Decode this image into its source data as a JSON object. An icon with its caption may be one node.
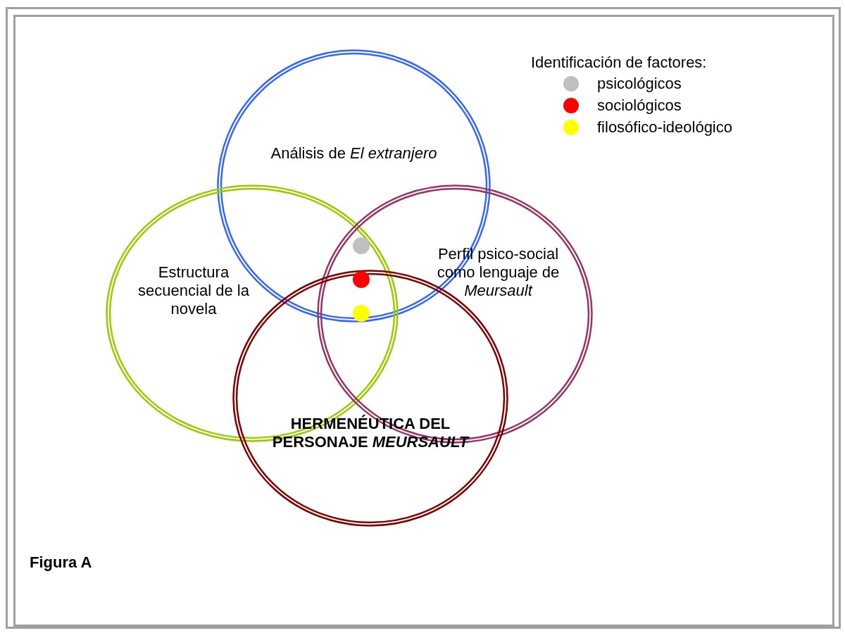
{
  "diagram": {
    "caption": "Figura A",
    "nodes": [
      {
        "text": [
          "Análisis de *El extranjero*"
        ]
      },
      {
        "text": [
          "Estructura secuencial de la novela"
        ]
      },
      {
        "text": [
          "Perfil psico-social como lenguaje de *Meursault*"
        ]
      },
      {
        "text": [
          "HERMENÉUTICA DEL PERSONAJE *MEURSAULT*"
        ]
      }
    ],
    "labels": [
      "Identificación de factores:"
    ],
    "legend": [
      {
        "text": "psicológicos",
        "color": "#c0c0c0"
      },
      {
        "text": "sociológicos",
        "color": "#ff0000"
      },
      {
        "text": "filosófico-ideológico",
        "color": "#ffff00"
      }
    ]
  }
}
